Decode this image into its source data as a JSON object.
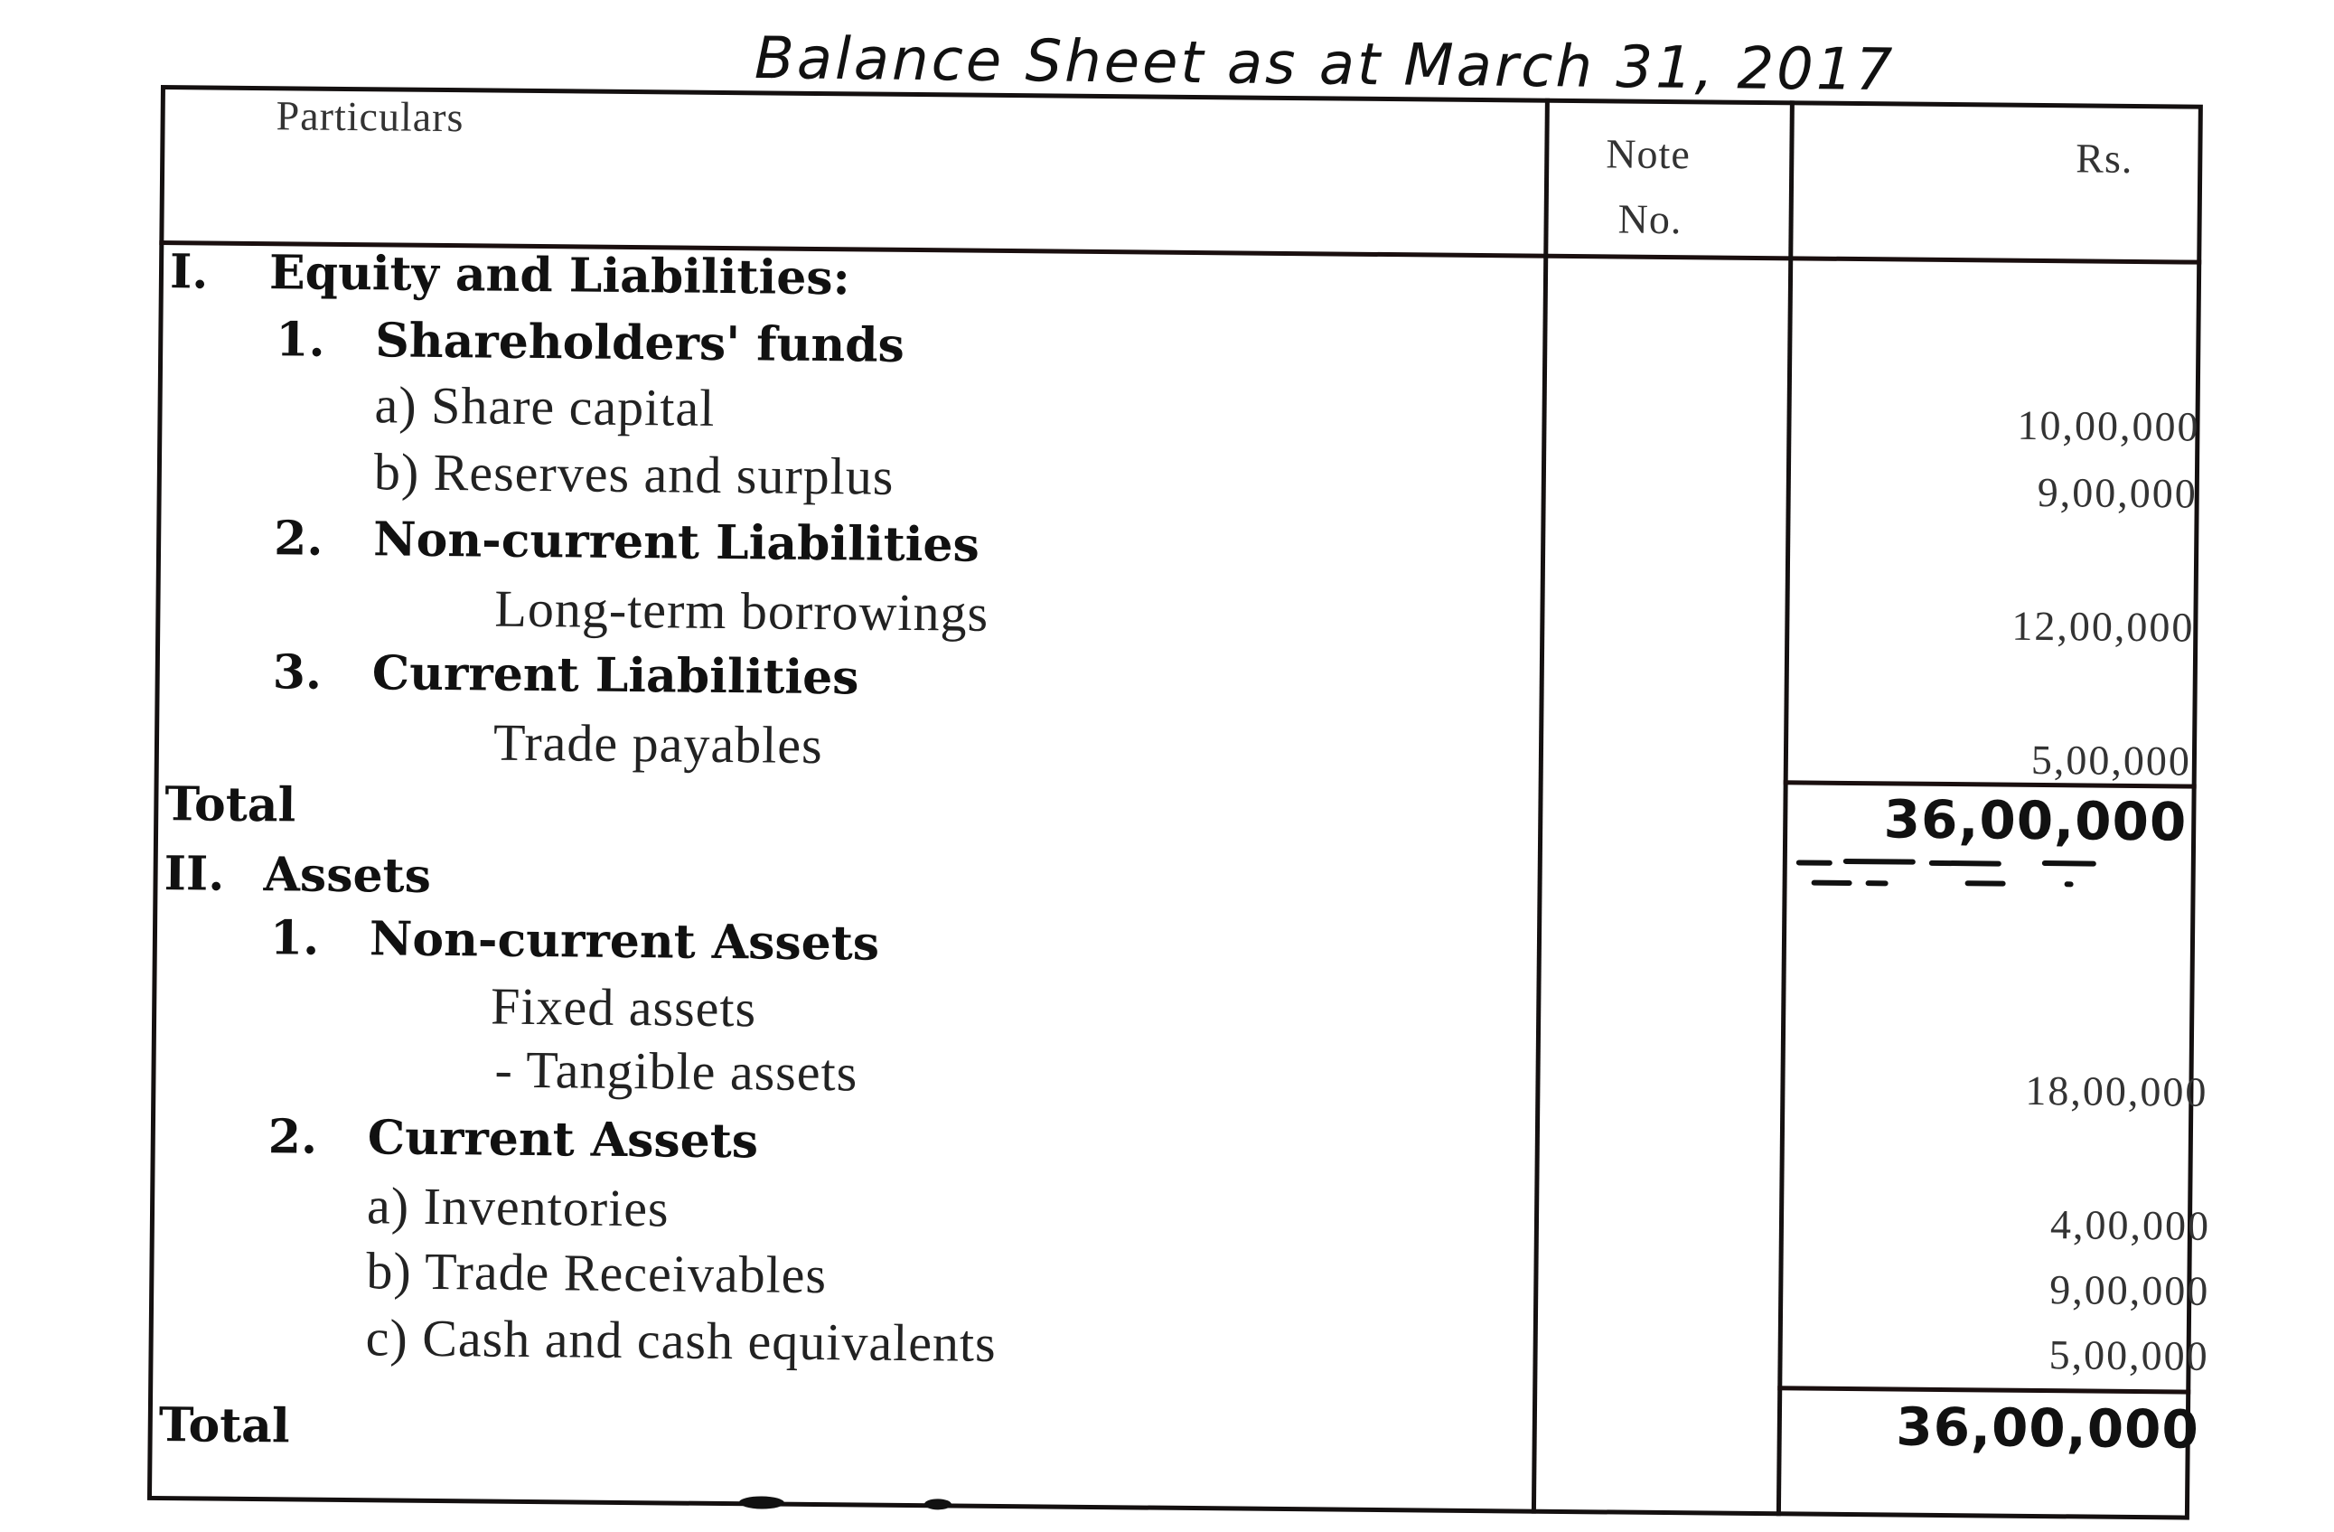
{
  "title": "Balance Sheet as at March 31, 2017",
  "headers": {
    "particulars": "Particulars",
    "note_line1": "Note",
    "note_line2": "No.",
    "amount": "Rs."
  },
  "equity_liabilities": {
    "heading_num": "I.",
    "heading": "Equity and Liabilities:",
    "groups": [
      {
        "num": "1.",
        "label": "Shareholders' funds",
        "items": [
          {
            "label": "a) Share capital",
            "value": "10,00,000"
          },
          {
            "label": "b) Reserves and surplus",
            "value": "9,00,000"
          }
        ]
      },
      {
        "num": "2.",
        "label": "Non-current Liabilities",
        "items": [
          {
            "label": "Long-term borrowings",
            "value": "12,00,000"
          }
        ]
      },
      {
        "num": "3.",
        "label": "Current Liabilities",
        "items": [
          {
            "label": "Trade payables",
            "value": "5,00,000"
          }
        ]
      }
    ],
    "total_label": "Total",
    "total_value": "36,00,000"
  },
  "assets": {
    "heading_num": "II.",
    "heading": "Assets",
    "groups": [
      {
        "num": "1.",
        "label": "Non-current Assets",
        "items": [
          {
            "label": "Fixed assets",
            "value": ""
          },
          {
            "label": "- Tangible assets",
            "value": "18,00,000"
          }
        ]
      },
      {
        "num": "2.",
        "label": "Current Assets",
        "items": [
          {
            "label": "a) Inventories",
            "value": "4,00,000"
          },
          {
            "label": "b) Trade Receivables",
            "value": "9,00,000"
          },
          {
            "label": "c) Cash and cash equivalents",
            "value": "5,00,000"
          }
        ]
      }
    ],
    "total_label": "Total",
    "total_value": "36,00,000"
  }
}
